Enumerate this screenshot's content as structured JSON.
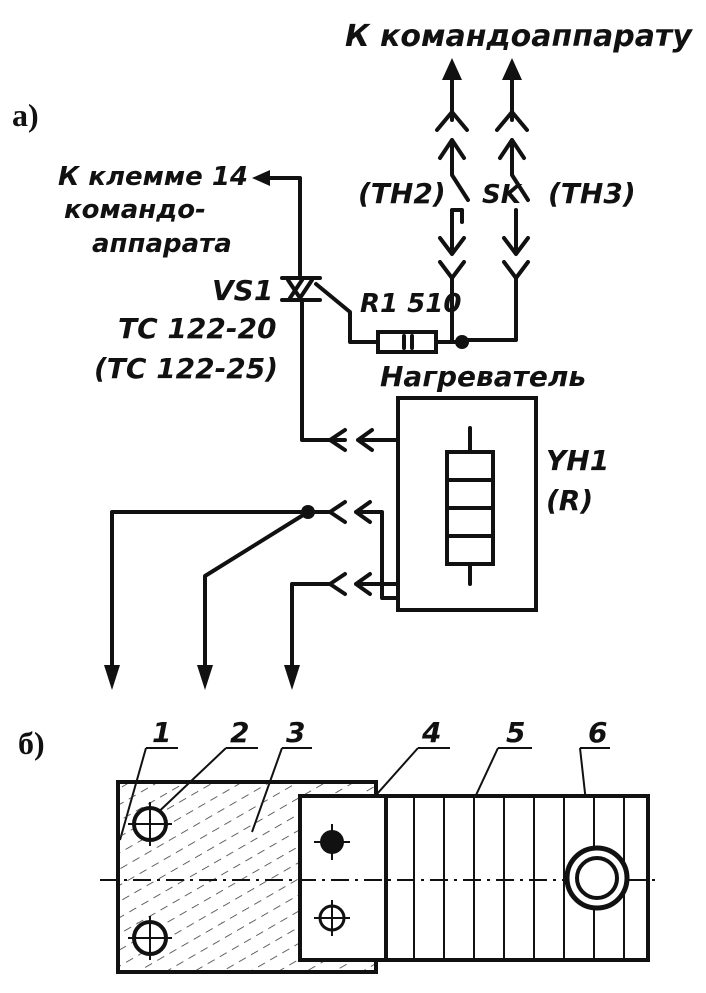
{
  "sections": {
    "a": "а)",
    "b": "б)"
  },
  "schematic": {
    "top_label": "К командоаппарату",
    "terminal_label": [
      "К клемме 14",
      "командо-",
      "аппарата"
    ],
    "left_sensor": "(ТН2)",
    "switch": "SK",
    "right_sensor": "(ТН3)",
    "thyristor_name": "VS1",
    "thyristor_type": "ТС 122-20",
    "thyristor_alt": "(ТС 122-25)",
    "resistor": "R1 510",
    "heater_title": "Нагреватель",
    "heater_ref": "YH1",
    "heater_r": "(R)"
  },
  "assembly": {
    "callouts": [
      "1",
      "2",
      "3",
      "4",
      "5",
      "6"
    ]
  }
}
